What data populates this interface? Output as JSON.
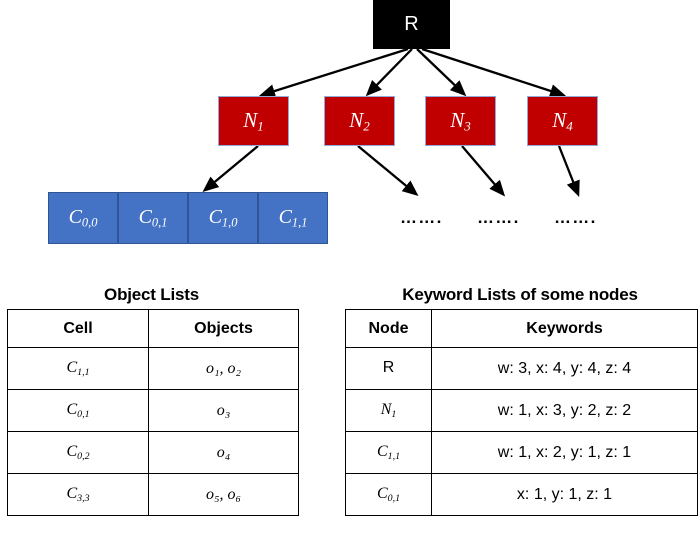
{
  "tree": {
    "root": {
      "label": "R",
      "color": "#000000"
    },
    "nodes": [
      {
        "label": "N",
        "sub": "1"
      },
      {
        "label": "N",
        "sub": "2"
      },
      {
        "label": "N",
        "sub": "3"
      },
      {
        "label": "N",
        "sub": "4"
      }
    ],
    "cells": [
      {
        "label": "C",
        "sub": "0,0"
      },
      {
        "label": "C",
        "sub": "0,1"
      },
      {
        "label": "C",
        "sub": "1,0"
      },
      {
        "label": "C",
        "sub": "1,1"
      }
    ],
    "ellipses": [
      "…….",
      "…….",
      "……."
    ],
    "colors": {
      "root": "#000000",
      "node": "#C00000",
      "node_border": "#8EA9DB",
      "cell": "#4472C4",
      "cell_border": "#2F5597",
      "arrow": "#000000"
    }
  },
  "object_table": {
    "title": "Object Lists",
    "headers": [
      "Cell",
      "Objects"
    ],
    "rows": [
      {
        "cell": "C",
        "cell_sub": "1,1",
        "objects": "o₁, o₂"
      },
      {
        "cell": "C",
        "cell_sub": "0,1",
        "objects": "o₃"
      },
      {
        "cell": "C",
        "cell_sub": "0,2",
        "objects": "o₄"
      },
      {
        "cell": "C",
        "cell_sub": "3,3",
        "objects": "o₅, o₆"
      }
    ]
  },
  "keyword_table": {
    "title": "Keyword Lists of some nodes",
    "headers": [
      "Node",
      "Keywords"
    ],
    "rows": [
      {
        "node": "R",
        "node_sub": "",
        "keywords": "w: 3, x: 4, y: 4, z: 4"
      },
      {
        "node": "N",
        "node_sub": "1",
        "keywords": "w: 1, x: 3, y: 2, z: 2"
      },
      {
        "node": "C",
        "node_sub": "1,1",
        "keywords": "w: 1, x: 2, y: 1, z: 1"
      },
      {
        "node": "C",
        "node_sub": "0,1",
        "keywords": "x: 1, y: 1, z: 1"
      }
    ]
  }
}
